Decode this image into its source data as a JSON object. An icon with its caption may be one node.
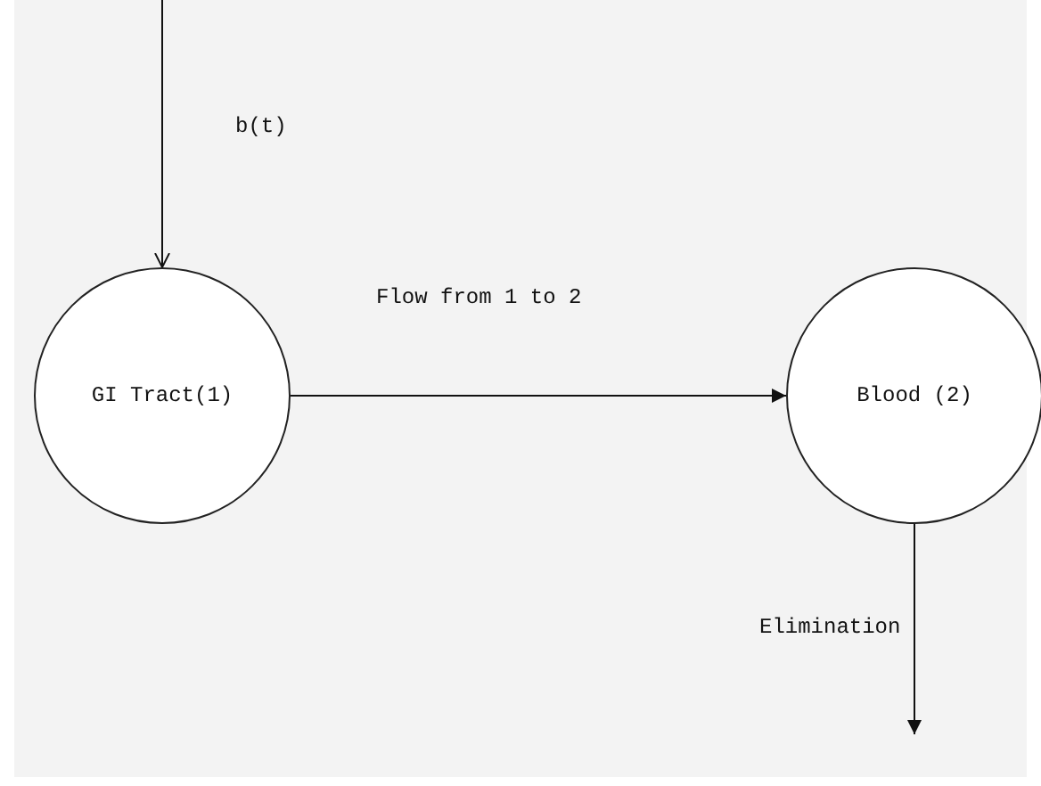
{
  "diagram": {
    "nodes": [
      {
        "text": [
          "GI Tract(1)"
        ]
      },
      {
        "text": [
          "Blood (2)"
        ]
      }
    ],
    "edges": [
      {
        "from": null,
        "to": 0,
        "arrow": "to",
        "label": "b(t)"
      },
      {
        "from": 0,
        "to": 1,
        "arrow": "to",
        "label": "Flow from 1 to 2"
      },
      {
        "from": 1,
        "to": null,
        "arrow": "to",
        "label": "Elimination"
      }
    ]
  }
}
